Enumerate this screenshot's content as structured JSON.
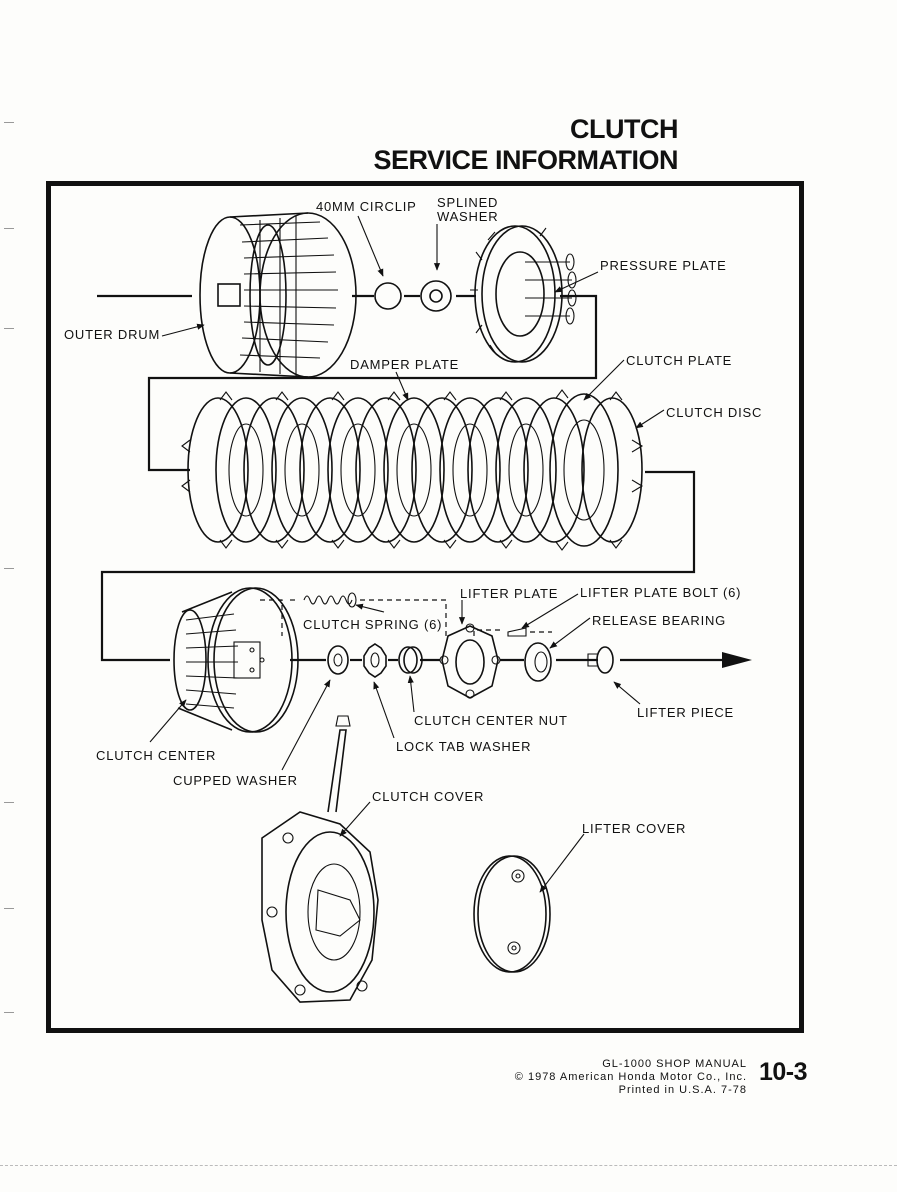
{
  "header": {
    "chapter_title": "CLUTCH",
    "section_title": "SERVICE INFORMATION"
  },
  "diagram": {
    "labels": {
      "circlip": "40MM CIRCLIP",
      "splined_washer_1": "SPLINED",
      "splined_washer_2": "WASHER",
      "pressure_plate": "PRESSURE PLATE",
      "outer_drum": "OUTER DRUM",
      "damper_plate": "DAMPER PLATE",
      "clutch_plate": "CLUTCH PLATE",
      "clutch_disc": "CLUTCH DISC",
      "lifter_plate": "LIFTER PLATE",
      "lifter_plate_bolt": "LIFTER PLATE BOLT (6)",
      "clutch_spring": "CLUTCH SPRING (6)",
      "release_bearing": "RELEASE BEARING",
      "clutch_center_nut": "CLUTCH CENTER NUT",
      "lifter_piece": "LIFTER PIECE",
      "lock_tab_washer": "LOCK TAB WASHER",
      "clutch_center": "CLUTCH CENTER",
      "cupped_washer": "CUPPED WASHER",
      "clutch_cover": "CLUTCH COVER",
      "lifter_cover": "LIFTER COVER"
    }
  },
  "footer": {
    "manual": "GL-1000 SHOP MANUAL",
    "copyright": "© 1978 American Honda Motor Co., Inc.",
    "printed": "Printed in U.S.A.  7-78",
    "page_number": "10-3"
  }
}
